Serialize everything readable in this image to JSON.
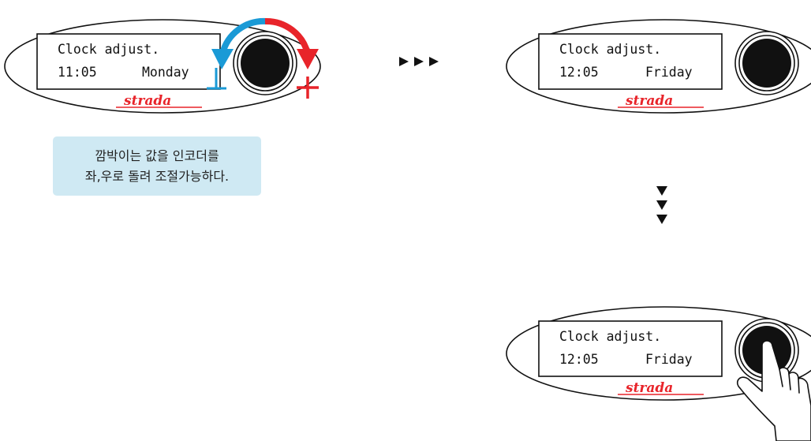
{
  "panels": [
    {
      "title": "Clock adjust.",
      "time": "11:05",
      "day": "Monday",
      "minus_label": "−",
      "plus_label": "+"
    },
    {
      "title": "Clock adjust.",
      "time": "12:05",
      "day": "Friday"
    },
    {
      "title": "Clock adjust.",
      "time": "12:05",
      "day": "Friday"
    }
  ],
  "logo": "strada",
  "caption": {
    "line1": "깜박이는 값을 인코더를",
    "line2": "좌,우로 돌려 조절가능하다."
  },
  "icons": {
    "flow_right": "triple-right-arrow-icon",
    "flow_down": "triple-down-arrow-icon",
    "hand": "pressing-hand-icon",
    "rotate_left": "rotate-counterclockwise-icon",
    "rotate_right": "rotate-clockwise-icon"
  },
  "colors": {
    "minus": "#1a9ad6",
    "plus": "#e8242a",
    "logo": "#e8242a",
    "caption_bg": "#cfe9f3"
  }
}
